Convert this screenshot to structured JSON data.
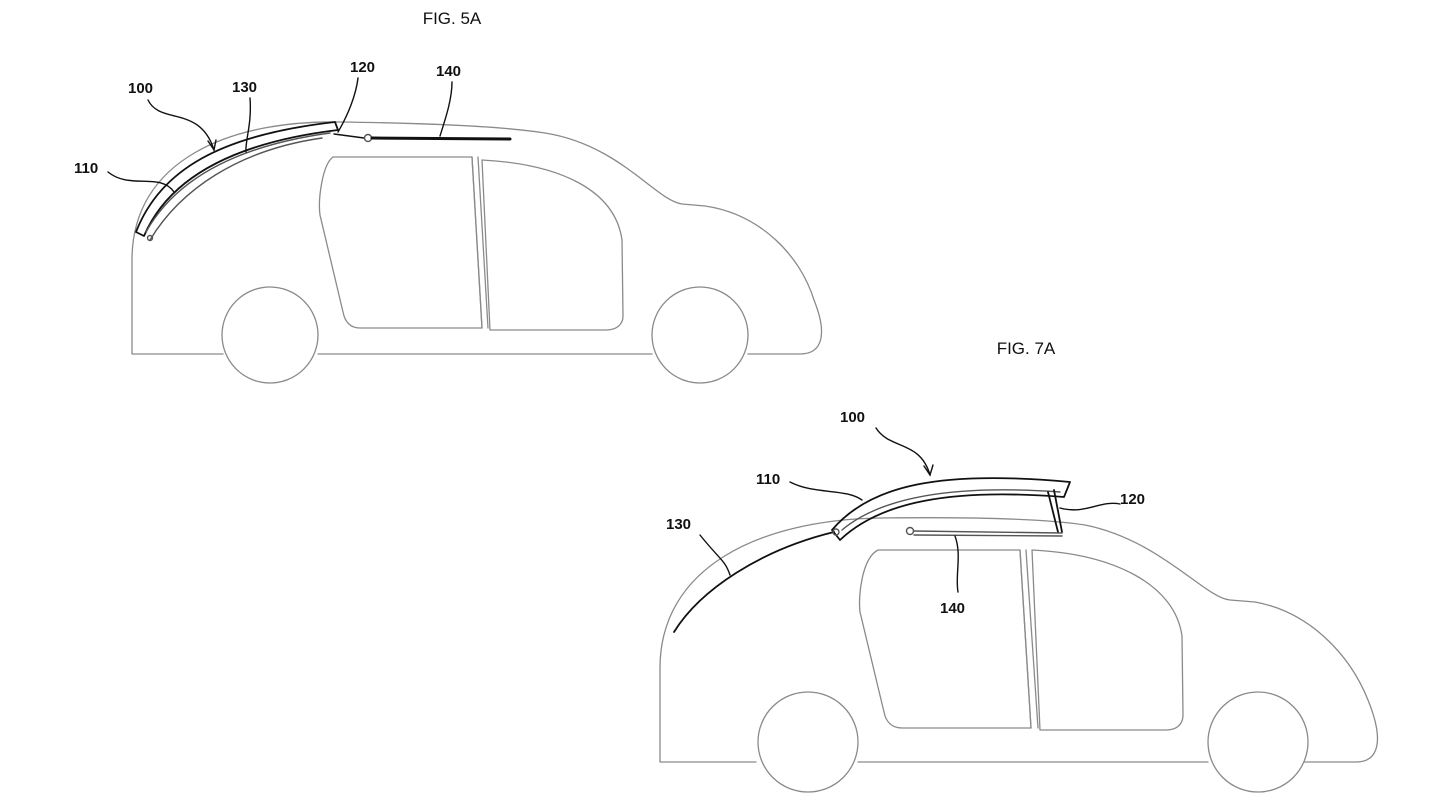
{
  "figures": [
    {
      "title": "FIG. 5A",
      "refs": {
        "r100": "100",
        "r130": "130",
        "r120": "120",
        "r140": "140",
        "r110": "110"
      }
    },
    {
      "title": "FIG. 7A",
      "refs": {
        "r100": "100",
        "r110": "110",
        "r120": "120",
        "r130": "130",
        "r140": "140"
      }
    }
  ],
  "colors": {
    "ink": "#111111",
    "outline": "#8a8a8a",
    "background": "#ffffff"
  }
}
